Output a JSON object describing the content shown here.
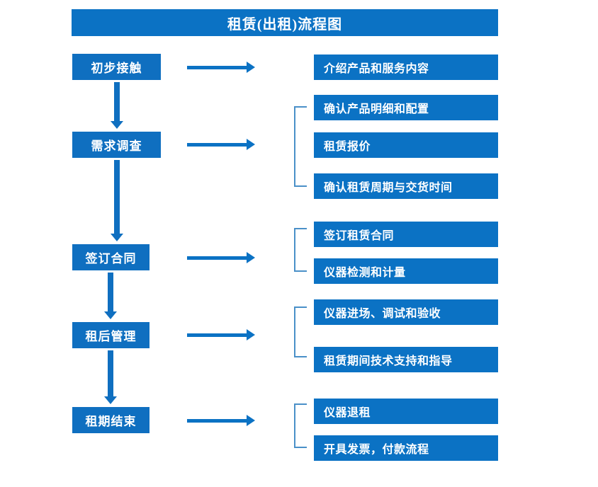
{
  "title": "租赁(出租)流程图",
  "colors": {
    "banner": "#0b72c4",
    "stage_box": "#0f6fc0",
    "detail_box": "#0b72c4",
    "arrow": "#0b72c4",
    "bracket": "#4a90c8",
    "text": "#ffffff",
    "background": "#ffffff"
  },
  "stages": [
    {
      "label": "初步接触"
    },
    {
      "label": "需求调查"
    },
    {
      "label": "签订合同"
    },
    {
      "label": "租后管理"
    },
    {
      "label": "租期结束"
    }
  ],
  "details": [
    {
      "label": "介绍产品和服务内容"
    },
    {
      "label": "确认产品明细和配置"
    },
    {
      "label": "租赁报价"
    },
    {
      "label": "确认租赁周期与交货时间"
    },
    {
      "label": "签订租赁合同"
    },
    {
      "label": "仪器检测和计量"
    },
    {
      "label": "仪器进场、调试和验收"
    },
    {
      "label": "租赁期间技术支持和指导"
    },
    {
      "label": "仪器退租"
    },
    {
      "label": "开具发票，付款流程"
    }
  ]
}
